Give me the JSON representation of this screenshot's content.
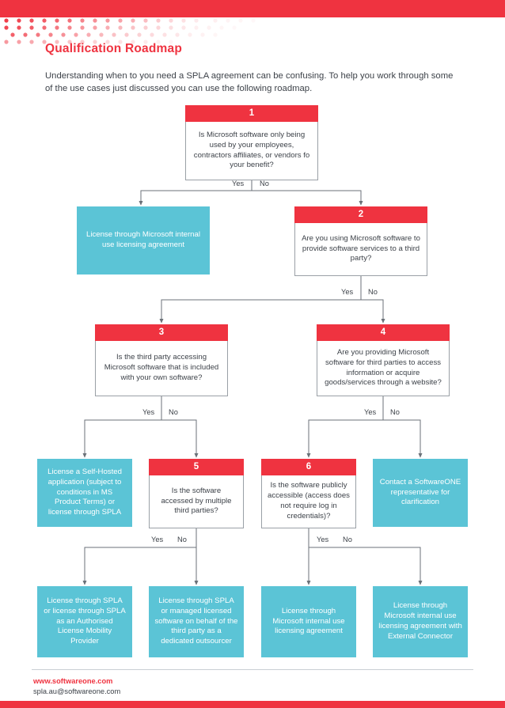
{
  "page": {
    "title": "Qualification Roadmap",
    "intro": "Understanding when to you need a SPLA agreement can be confusing. To help you work through some of the use cases just discussed you can use the following roadmap.",
    "colors": {
      "accent_red": "#ef3340",
      "node_teal": "#5bc4d6",
      "text": "#3d4249",
      "border": "#9aa0a6"
    }
  },
  "flowchart": {
    "type": "decision-tree",
    "nodes": [
      {
        "id": "1",
        "kind": "question",
        "number": "1",
        "text": "Is Microsoft software only being used by your employees, contractors affiliates, or vendors fo your benefit?"
      },
      {
        "id": "2",
        "kind": "question",
        "number": "2",
        "text": "Are you using Microsoft software to provide software services to a third party?"
      },
      {
        "id": "3",
        "kind": "question",
        "number": "3",
        "text": "Is the third party accessing Microsoft software that is included with your own software?"
      },
      {
        "id": "4",
        "kind": "question",
        "number": "4",
        "text": "Are you providing Microsoft software for third parties to access information or acquire goods/services through a website?"
      },
      {
        "id": "5",
        "kind": "question",
        "number": "5",
        "text": "Is the software accessed by multiple third parties?"
      },
      {
        "id": "6",
        "kind": "question",
        "number": "6",
        "text": "Is the software publicly accessible (access does not require log in credentials)?"
      },
      {
        "id": "t1",
        "kind": "outcome",
        "text": "License through Microsoft internal use licensing agreement"
      },
      {
        "id": "t2",
        "kind": "outcome",
        "text": "License a Self-Hosted application (subject to conditions in MS Product Terms) or license through SPLA"
      },
      {
        "id": "t3",
        "kind": "outcome",
        "text": "Contact a SoftwareONE representative for clarification"
      },
      {
        "id": "t4",
        "kind": "outcome",
        "text": "License through SPLA or license through SPLA as an Authorised License Mobility Provider"
      },
      {
        "id": "t5",
        "kind": "outcome",
        "text": "License through SPLA or managed licensed software on behalf of the third party as a dedicated outsourcer"
      },
      {
        "id": "t6",
        "kind": "outcome",
        "text": "License through Microsoft internal use licensing agreement"
      },
      {
        "id": "t7",
        "kind": "outcome",
        "text": "License through Microsoft internal use licensing agreement with External Connector"
      }
    ],
    "edges": [
      {
        "from": "1",
        "to": "t1",
        "label": "Yes"
      },
      {
        "from": "1",
        "to": "2",
        "label": "No"
      },
      {
        "from": "2",
        "to": "3",
        "label": "Yes"
      },
      {
        "from": "2",
        "to": "4",
        "label": "No"
      },
      {
        "from": "3",
        "to": "t2",
        "label": "Yes"
      },
      {
        "from": "3",
        "to": "5",
        "label": "No"
      },
      {
        "from": "4",
        "to": "6",
        "label": "Yes"
      },
      {
        "from": "4",
        "to": "t3",
        "label": "No"
      },
      {
        "from": "5",
        "to": "t4",
        "label": "Yes"
      },
      {
        "from": "5",
        "to": "t5",
        "label": "No"
      },
      {
        "from": "6",
        "to": "t6",
        "label": "Yes"
      },
      {
        "from": "6",
        "to": "t7",
        "label": "No"
      }
    ],
    "edge_labels": {
      "q1_yes": "Yes",
      "q1_no": "No",
      "q2_yes": "Yes",
      "q2_no": "No",
      "q3_yes": "Yes",
      "q3_no": "No",
      "q4_yes": "Yes",
      "q4_no": "No",
      "q5_yes": "Yes",
      "q5_no": "No",
      "q6_yes": "Yes",
      "q6_no": "No"
    }
  },
  "footer": {
    "website": "www.softwareone.com",
    "email": "spla.au@softwareone.com"
  }
}
